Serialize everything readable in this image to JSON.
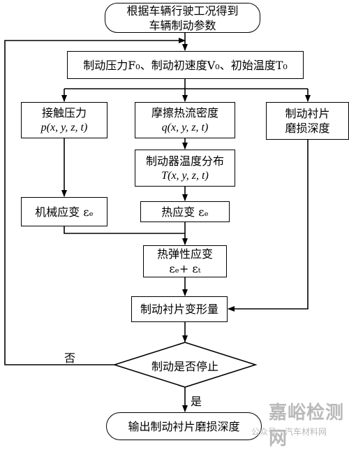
{
  "nodes": {
    "start": {
      "line1": "根据车辆行驶工况得到",
      "line2": "车辆制动参数"
    },
    "params": {
      "text": "制动压力F₀、制动初速度V₀、初始温度T₀"
    },
    "contact": {
      "line1": "接触压力",
      "line2": "p(x, y, z, t)"
    },
    "friction": {
      "line1": "摩擦热流密度",
      "line2": "q(x, y, z, t)"
    },
    "wear_depth": {
      "line1": "制动衬片",
      "line2": "磨损深度"
    },
    "temp": {
      "line1": "制动器温度分布",
      "line2": "T(x, y, z, t)"
    },
    "mech_strain": {
      "text": "机械应变 εₑ"
    },
    "thermal_strain": {
      "text": "热应变 εₑ"
    },
    "thermoelastic": {
      "line1": "热弹性应变",
      "line2": "εₑ+ εₜ"
    },
    "deform": {
      "text": "制动衬片变形量"
    },
    "decision": {
      "text": "制动是否停止"
    },
    "output": {
      "text": "输出制动衬片磨损深度"
    }
  },
  "edge_labels": {
    "no": "否",
    "yes": "是"
  },
  "watermark": {
    "logo": "嘉峪检测网",
    "caption": "公众号：汽车材料网"
  }
}
